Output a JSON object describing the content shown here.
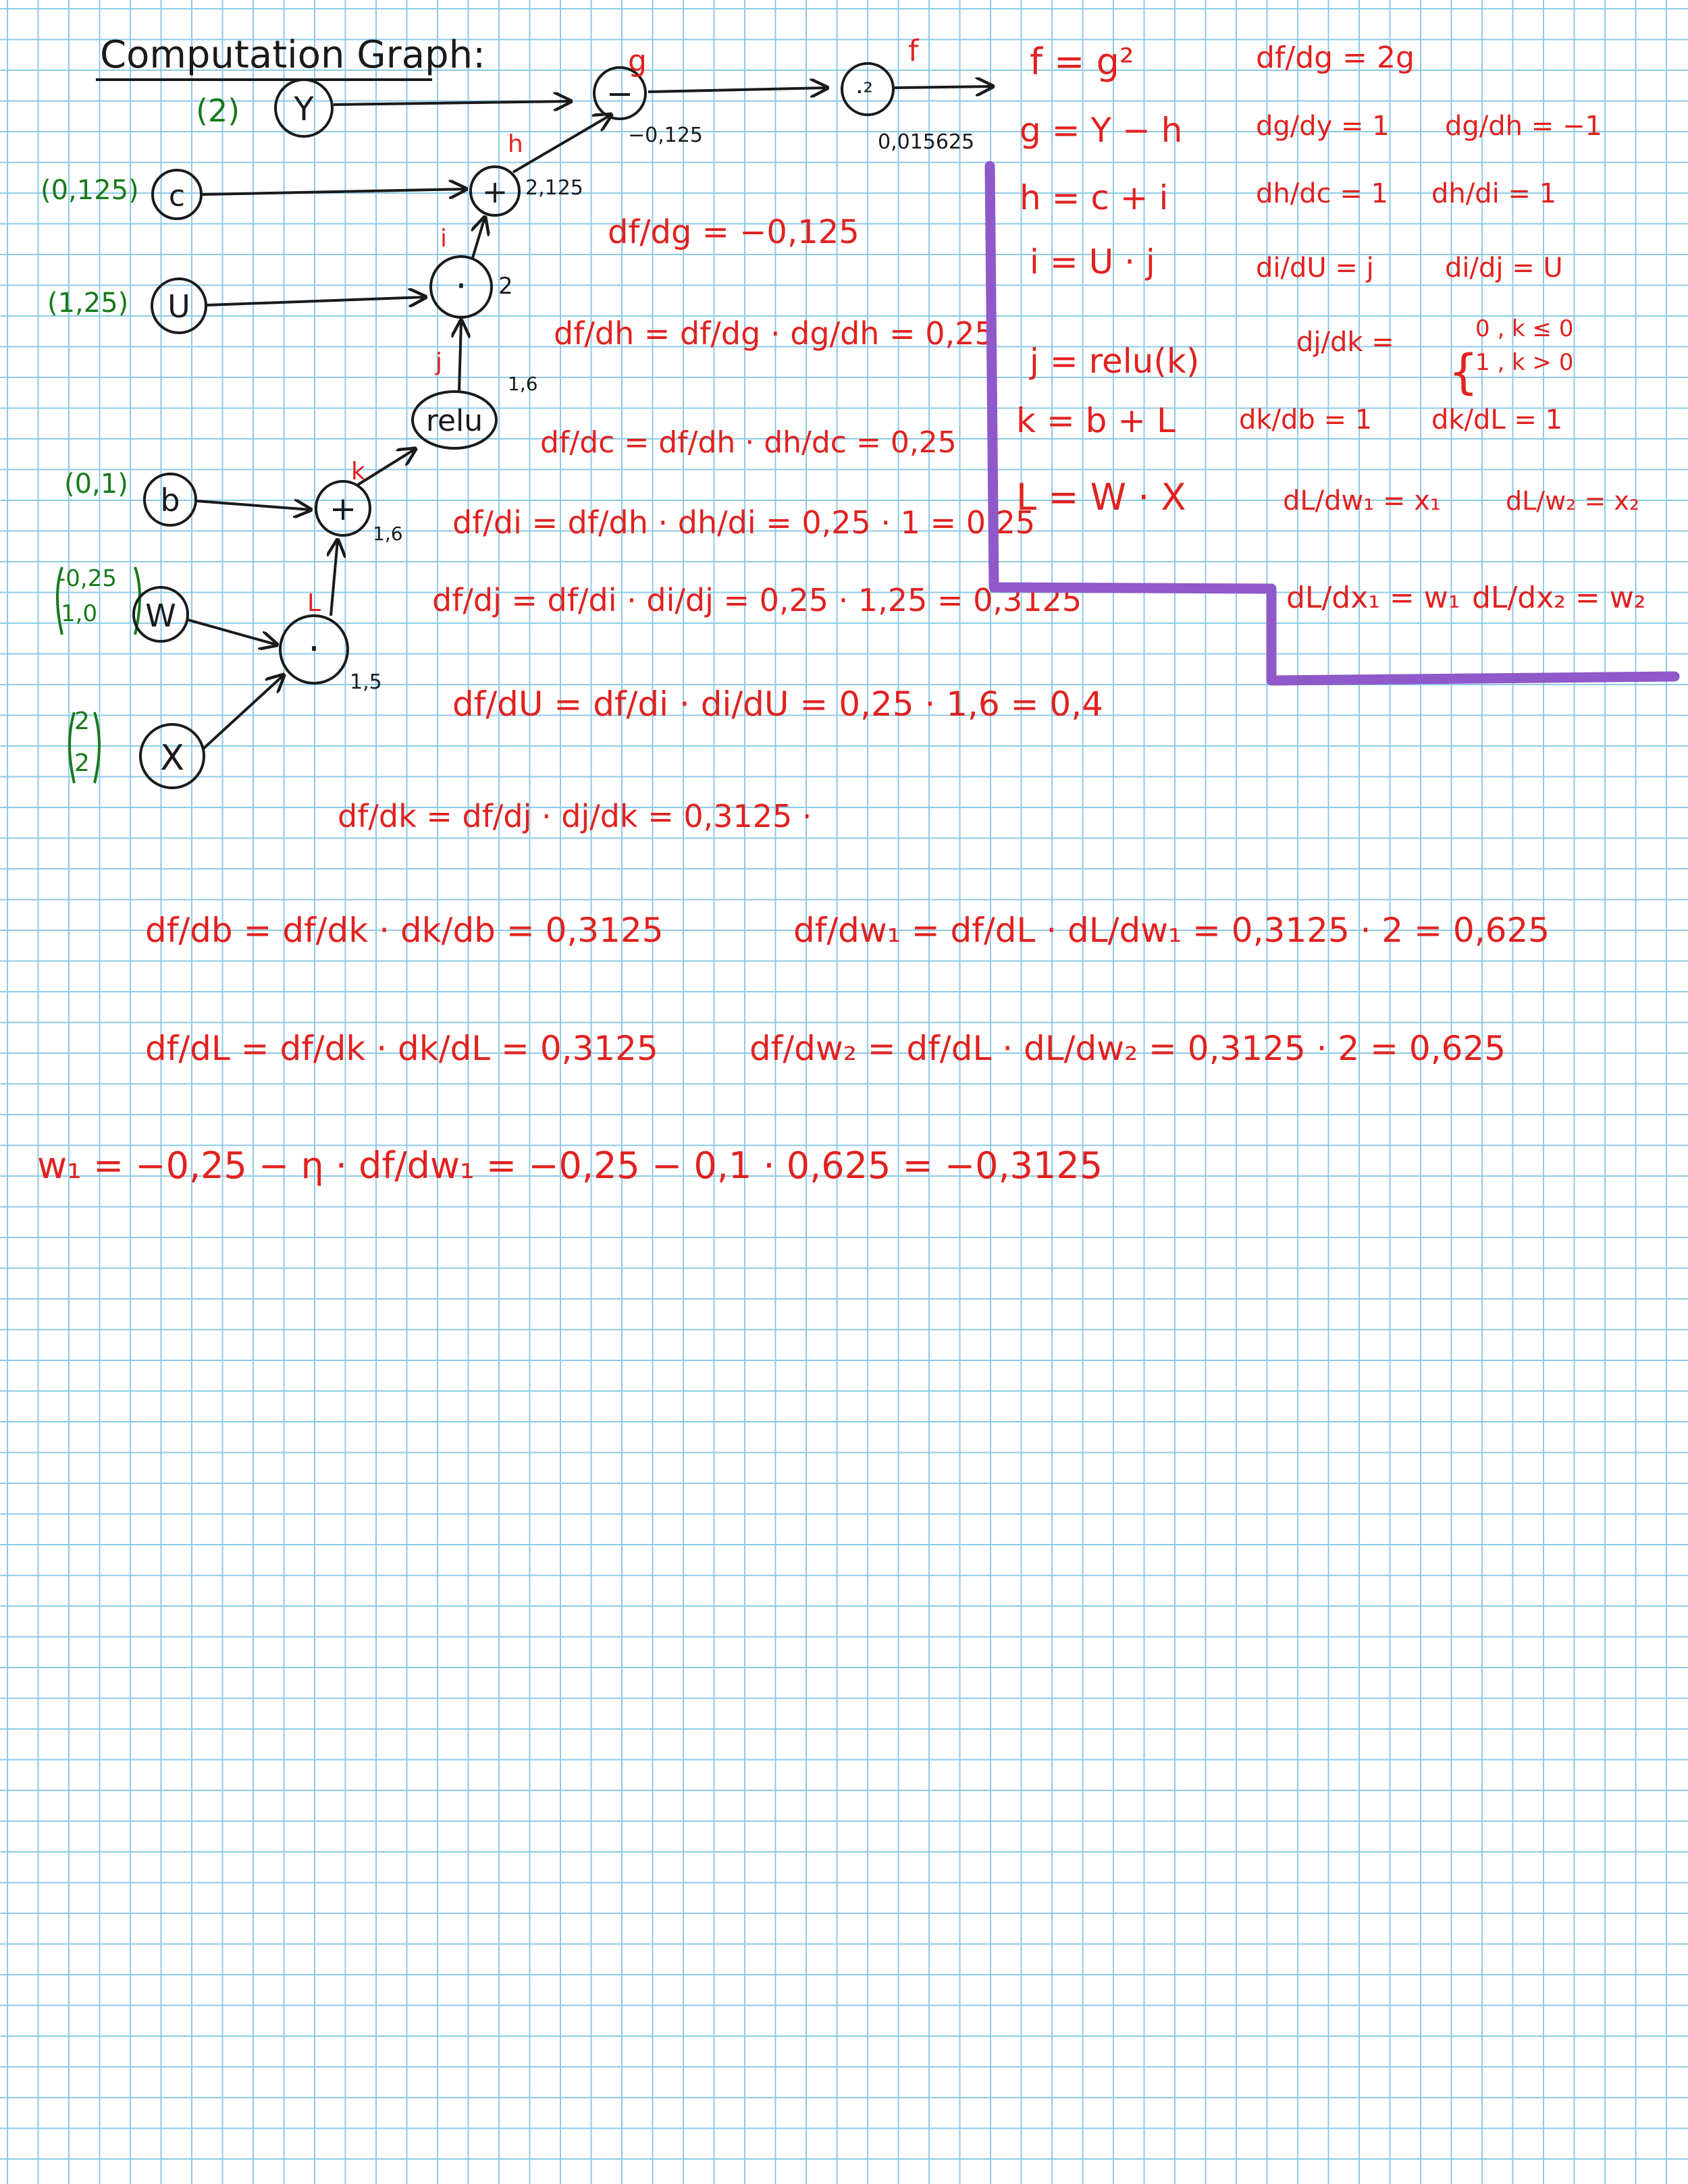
{
  "graph": {
    "title": "Computation Graph:",
    "inputs": {
      "y": {
        "value": "(2)",
        "label": "Y"
      },
      "c": {
        "value": "(0,125)",
        "label": "c"
      },
      "u": {
        "value": "(1,25)",
        "label": "U"
      },
      "b": {
        "value": "(0,1)",
        "label": "b"
      },
      "w": {
        "value_top": "-0,25",
        "value_bottom": "1,0",
        "label": "W"
      },
      "x": {
        "value_top": "2",
        "value_bottom": "2",
        "label": "X"
      }
    },
    "ops": {
      "minus": {
        "symbol": "−",
        "output": "g",
        "value": "−0,125"
      },
      "square": {
        "symbol": "·²",
        "output": "f",
        "value": "0,015625"
      },
      "plus_h": {
        "symbol": "+",
        "output": "h",
        "value": "2,125"
      },
      "mul_i": {
        "symbol": "·",
        "output": "i",
        "value": "2"
      },
      "relu": {
        "symbol": "relu",
        "output": "j",
        "value": "1,6"
      },
      "plus_k": {
        "symbol": "+",
        "output": "k",
        "value": "1,6"
      },
      "mul_l": {
        "symbol": "·",
        "output": "L",
        "value": "1,5"
      }
    }
  },
  "equations": [
    "f = g²",
    "g = Y − h",
    "h = c + i",
    "i = U · j",
    "j = relu(k)",
    "k = b + L",
    "L = W · X"
  ],
  "local_grads": {
    "df_dg": "df/dg = 2g",
    "dg_dy": "dg/dy = 1",
    "dg_dh": "dg/dh = −1",
    "dh_dc": "dh/dc = 1",
    "dh_di": "dh/di = 1",
    "di_du": "di/dU = j",
    "di_dj": "di/dj = U",
    "dj_dk": "dj/dk =",
    "relu_case1": "0 , k ≤ 0",
    "relu_case2": "1 , k > 0",
    "dk_db": "dk/db = 1",
    "dk_dl": "dk/dL = 1",
    "dl_dw1": "dL/dw₁ = x₁",
    "dl_dw2": "dL/w₂ = x₂",
    "dl_dx1": "dL/dx₁ = w₁",
    "dl_dx2": "dL/dx₂ = w₂"
  },
  "chain": [
    "df/dg = −0,125",
    "df/dh = df/dg · dg/dh = 0,25",
    "df/dc = df/dh · dh/dc = 0,25",
    "df/di = df/dh · dh/di = 0,25 · 1 = 0,25",
    "df/dj = df/di · di/dj = 0,25 · 1,25 = 0,3125",
    "df/dU = df/di · di/dU = 0,25 · 1,6 = 0,4",
    "df/dk = df/dj · dj/dk = 0,3125 ·"
  ],
  "lower": {
    "db": "df/db = df/dk · dk/db = 0,3125",
    "dl": "df/dL = df/dk · dk/dL = 0,3125",
    "dw1": "df/dw₁ = df/dL · dL/dw₁ = 0,3125 · 2 = 0,625",
    "dw2": "df/dw₂ = df/dL · dL/dw₂ = 0,3125 · 2 = 0,625",
    "update": "w₁ = −0,25 − η · df/dw₁ = −0,25 − 0,1 · 0,625 = −0,3125"
  },
  "colors": {
    "ink": "#1a1a1a",
    "red": "#e1211f",
    "green": "#187a1c",
    "purple": "#8f59c9",
    "grid": "#8ecae8"
  }
}
